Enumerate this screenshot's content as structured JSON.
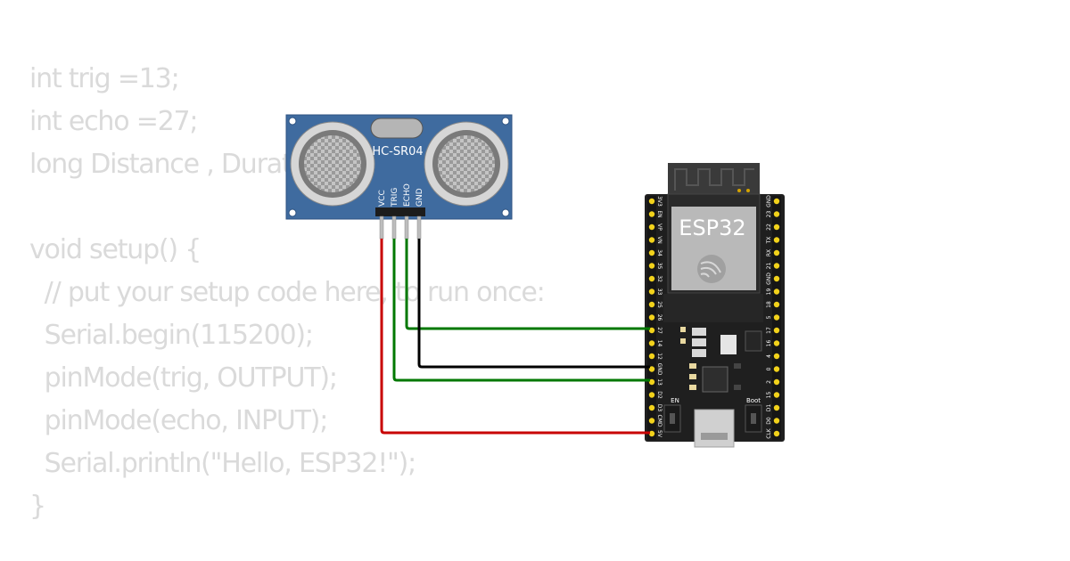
{
  "code_lines": [
    "int trig =13;",
    "int echo =27;",
    "long Distance , Duration;",
    "",
    "void setup() {",
    "  // put your setup code here, to run once:",
    "  Serial.begin(115200);",
    "  pinMode(trig, OUTPUT);",
    "  pinMode(echo, INPUT);",
    "  Serial.println(\"Hello, ESP32!\");",
    "}"
  ],
  "sensor": {
    "model": "HC-SR04",
    "pins": [
      "VCC",
      "TRIG",
      "ECHO",
      "GND"
    ]
  },
  "esp32": {
    "label": "ESP32",
    "button_en": "EN",
    "button_boot": "Boot",
    "left_pins": [
      "3V3",
      "EN",
      "VP",
      "VN",
      "34",
      "35",
      "32",
      "33",
      "25",
      "26",
      "27",
      "14",
      "12",
      "GND",
      "13",
      "D2",
      "D3",
      "CMD",
      "5V"
    ],
    "right_pins": [
      "GND",
      "23",
      "22",
      "TX",
      "RX",
      "21",
      "GND",
      "19",
      "18",
      "5",
      "17",
      "16",
      "4",
      "0",
      "2",
      "15",
      "D1",
      "D0",
      "CLK"
    ]
  },
  "wires": [
    {
      "name": "wire-vcc-5v",
      "color": "#c80000"
    },
    {
      "name": "wire-trig-13",
      "color": "#007800"
    },
    {
      "name": "wire-echo-27",
      "color": "#007800"
    },
    {
      "name": "wire-gnd-gnd",
      "color": "#000000"
    }
  ]
}
